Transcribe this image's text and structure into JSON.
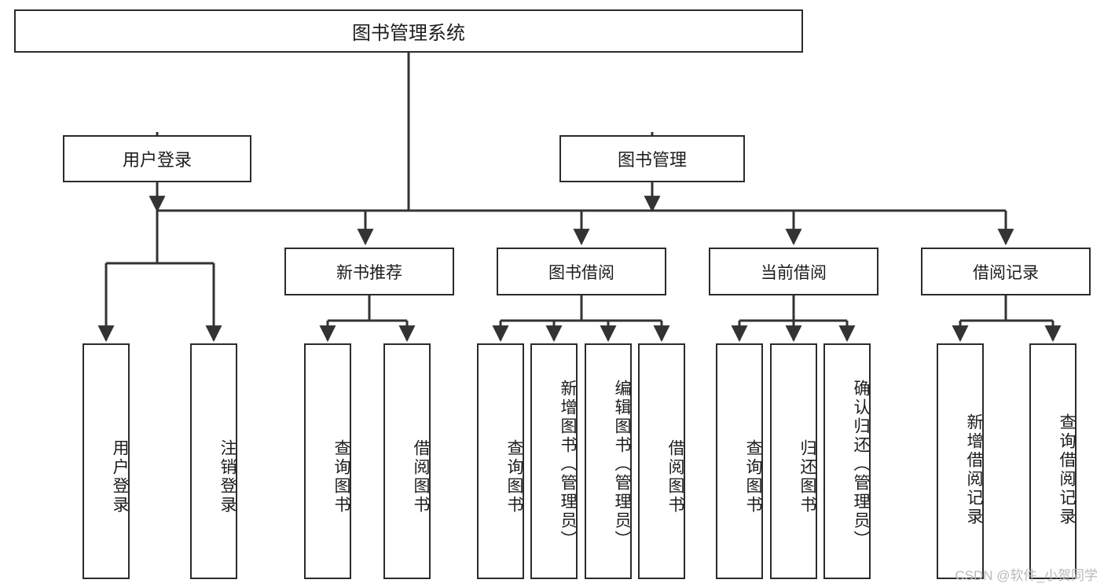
{
  "diagram": {
    "title": "图书管理系统",
    "type": "tree",
    "orientation": "top-down",
    "colors": {
      "node_border": "#2b2b2b",
      "node_fill": "#ffffff",
      "edge": "#333333",
      "text": "#1c1c1c",
      "watermark": "#b9b9b9",
      "background": "#ffffff"
    }
  },
  "watermark": {
    "text": "CSDN @软件_小贺同学"
  },
  "nodes": {
    "root": {
      "label": "图书管理系统"
    },
    "level1": [
      {
        "id": "user-login",
        "label": "用户登录"
      },
      {
        "id": "book-manage",
        "label": "图书管理"
      }
    ],
    "level2": [
      {
        "id": "new-book-recommend",
        "label": "新书推荐"
      },
      {
        "id": "book-borrow",
        "label": "图书借阅"
      },
      {
        "id": "current-borrow",
        "label": "当前借阅"
      },
      {
        "id": "borrow-record",
        "label": "借阅记录"
      }
    ],
    "leaves": [
      {
        "id": "leaf-user-login",
        "label": "用户登录",
        "parent": "user-login"
      },
      {
        "id": "leaf-logout",
        "label": "注销登录",
        "parent": "user-login"
      },
      {
        "id": "leaf-query-book-1",
        "label": "查询图书",
        "parent": "new-book-recommend"
      },
      {
        "id": "leaf-borrow-book-1",
        "label": "借阅图书",
        "parent": "new-book-recommend"
      },
      {
        "id": "leaf-query-book-2",
        "label": "查询图书",
        "parent": "book-borrow"
      },
      {
        "id": "leaf-add-book",
        "label": "新增图书（管理员）",
        "parent": "book-borrow"
      },
      {
        "id": "leaf-edit-book",
        "label": "编辑图书（管理员）",
        "parent": "book-borrow"
      },
      {
        "id": "leaf-borrow-book-2",
        "label": "借阅图书",
        "parent": "book-borrow"
      },
      {
        "id": "leaf-query-book-3",
        "label": "查询图书",
        "parent": "current-borrow"
      },
      {
        "id": "leaf-return-book",
        "label": "归还图书",
        "parent": "current-borrow"
      },
      {
        "id": "leaf-confirm-return",
        "label": "确认归还（管理员）",
        "parent": "current-borrow"
      },
      {
        "id": "leaf-add-record",
        "label": "新增借阅记录",
        "parent": "borrow-record"
      },
      {
        "id": "leaf-query-record",
        "label": "查询借阅记录",
        "parent": "borrow-record"
      }
    ]
  }
}
